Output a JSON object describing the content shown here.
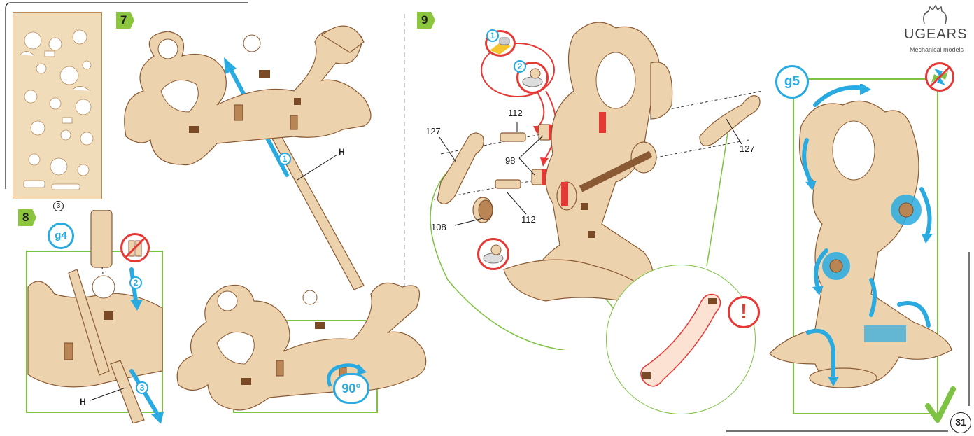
{
  "brand": {
    "name": "UGEARS",
    "tagline": "Mechanical models"
  },
  "page_number": "31",
  "panels": {
    "sheet_number": "3",
    "step7": {
      "number": "7",
      "callout": "1",
      "part_label": "H"
    },
    "step8": {
      "number": "8",
      "g_label": "g4",
      "callout_2": "2",
      "callout_3": "3",
      "part_label": "H",
      "rotation": "90°"
    },
    "step9": {
      "number": "9",
      "callout_1": "1",
      "callout_2": "2",
      "labels": {
        "p127_left": "127",
        "p112_top": "112",
        "p98": "98",
        "p112_bottom": "112",
        "p108": "108",
        "p127_right": "127"
      }
    },
    "final": {
      "g_label": "g5"
    }
  },
  "colors": {
    "green": "#8cc63f",
    "blue": "#29abe2",
    "red": "#e53935",
    "wood": "#ecd3ad",
    "wood_edge": "#8a5a34"
  },
  "icons": [
    "gear-logo-icon",
    "no-entry-icon",
    "warning-exclamation-icon",
    "checkmark-icon",
    "glue-icon",
    "wax-icon"
  ]
}
